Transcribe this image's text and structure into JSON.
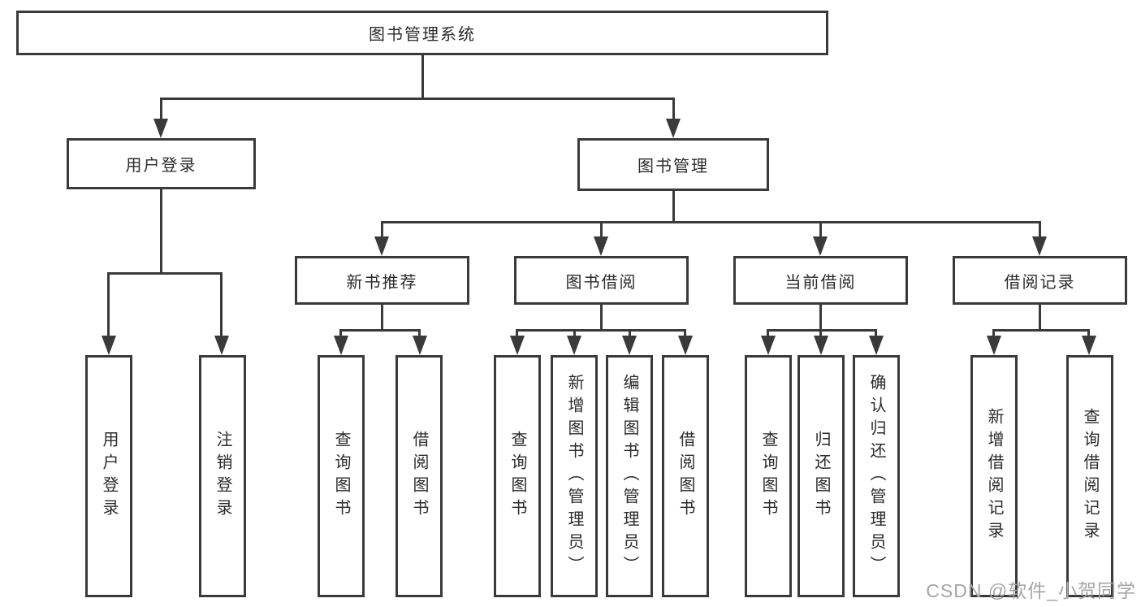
{
  "diagram": {
    "root": {
      "label": "图书管理系统"
    },
    "level2": [
      {
        "label": "用户登录"
      },
      {
        "label": "图书管理"
      }
    ],
    "level3": [
      {
        "label": "新书推荐"
      },
      {
        "label": "图书借阅"
      },
      {
        "label": "当前借阅"
      },
      {
        "label": "借阅记录"
      }
    ],
    "leaves": {
      "user_login": [
        {
          "label": "用户登录"
        },
        {
          "label": "注销登录"
        }
      ],
      "new_books": [
        {
          "label": "查询图书"
        },
        {
          "label": "借阅图书"
        }
      ],
      "book_borrow": [
        {
          "label": "查询图书"
        },
        {
          "label": "新增图书（管理员）"
        },
        {
          "label": "编辑图书（管理员）"
        },
        {
          "label": "借阅图书"
        }
      ],
      "current_borrow": [
        {
          "label": "查询图书"
        },
        {
          "label": "归还图书"
        },
        {
          "label": "确认归还（管理员）"
        }
      ],
      "borrow_records": [
        {
          "label": "新增借阅记录"
        },
        {
          "label": "查询借阅记录"
        }
      ]
    },
    "watermark": "CSDN @软件_小贺同学",
    "colors": {
      "line": "#3a3a3a",
      "box-border": "#3a3a3a",
      "box-fill": "#ffffff",
      "text": "#2b2b2b",
      "background": "#ffffff",
      "watermark": "#a6a6a6"
    }
  }
}
